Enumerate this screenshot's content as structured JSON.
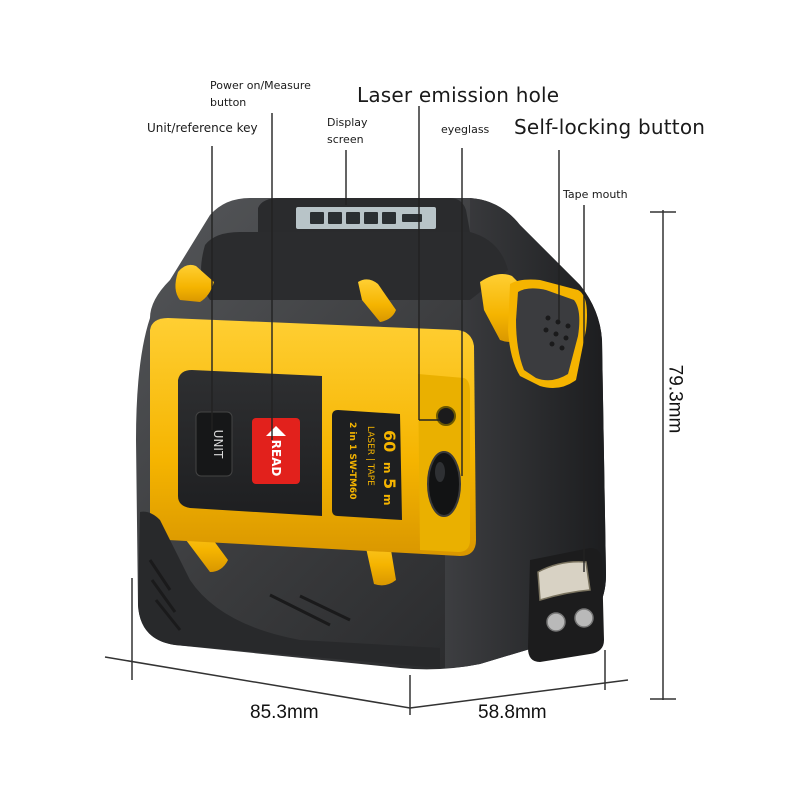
{
  "callouts": {
    "power": "Power on/Measure button",
    "power_l1": "Power on/Measure",
    "power_l2": "button",
    "laser": "Laser emission hole",
    "unit": "Unit/reference key",
    "display_l1": "Display",
    "display_l2": "screen",
    "eyeglass": "eyeglass",
    "selflock": "Self-locking button",
    "tape_mouth": "Tape mouth"
  },
  "dimensions": {
    "width": "85.3mm",
    "depth": "58.8mm",
    "height": "79.3mm"
  },
  "device": {
    "button_read": "READ",
    "button_unit": "UNIT",
    "label_range": "60m | 5m",
    "label_range_a": "60",
    "label_range_a_unit": "m",
    "label_range_b": "5",
    "label_range_b_unit": "m",
    "label_type": "LASER | TAPE",
    "label_model": "2 in 1 SW-TM60"
  },
  "colors": {
    "body_dark": "#3a3b3d",
    "body_black": "#1f2022",
    "accent_yellow": "#f5b400",
    "accent_yellow_light": "#ffc928",
    "read_red": "#e2211c"
  }
}
